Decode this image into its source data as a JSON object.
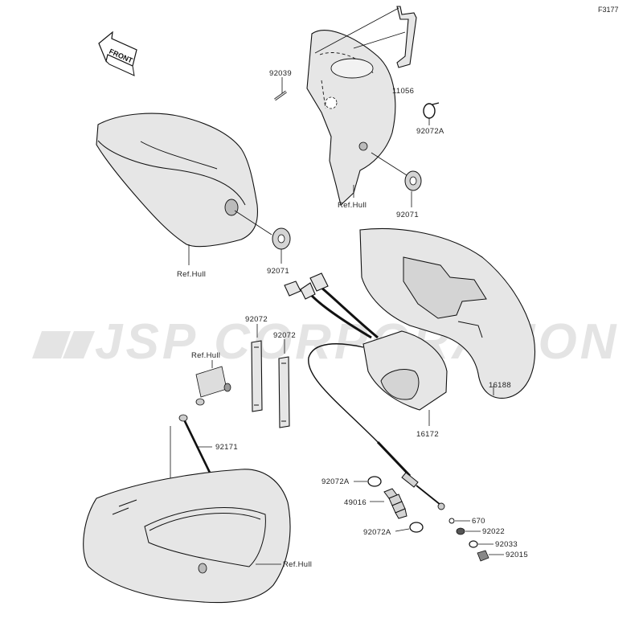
{
  "figure_code": "F3177",
  "direction_label": "FRONT",
  "watermark": "JSP CORPORATION",
  "callouts": [
    {
      "id": "c-92039",
      "text": "92039"
    },
    {
      "id": "c-11056",
      "text": "11056"
    },
    {
      "id": "c-92072a-top",
      "text": "92072A"
    },
    {
      "id": "c-refhull-top",
      "text": "Ref.Hull"
    },
    {
      "id": "c-92071-right",
      "text": "92071"
    },
    {
      "id": "c-refhull-left",
      "text": "Ref.Hull"
    },
    {
      "id": "c-92071-left",
      "text": "92071"
    },
    {
      "id": "c-92072-1",
      "text": "92072"
    },
    {
      "id": "c-92072-2",
      "text": "92072"
    },
    {
      "id": "c-refhull-mid",
      "text": "Ref.Hull"
    },
    {
      "id": "c-92171",
      "text": "92171"
    },
    {
      "id": "c-16172",
      "text": "16172"
    },
    {
      "id": "c-16188",
      "text": "16188"
    },
    {
      "id": "c-92072a-mid",
      "text": "92072A"
    },
    {
      "id": "c-49016",
      "text": "49016"
    },
    {
      "id": "c-92072a-low",
      "text": "92072A"
    },
    {
      "id": "c-670",
      "text": "670"
    },
    {
      "id": "c-92022",
      "text": "92022"
    },
    {
      "id": "c-92033",
      "text": "92033"
    },
    {
      "id": "c-92015",
      "text": "92015"
    },
    {
      "id": "c-refhull-bottom",
      "text": "Ref.Hull"
    }
  ]
}
